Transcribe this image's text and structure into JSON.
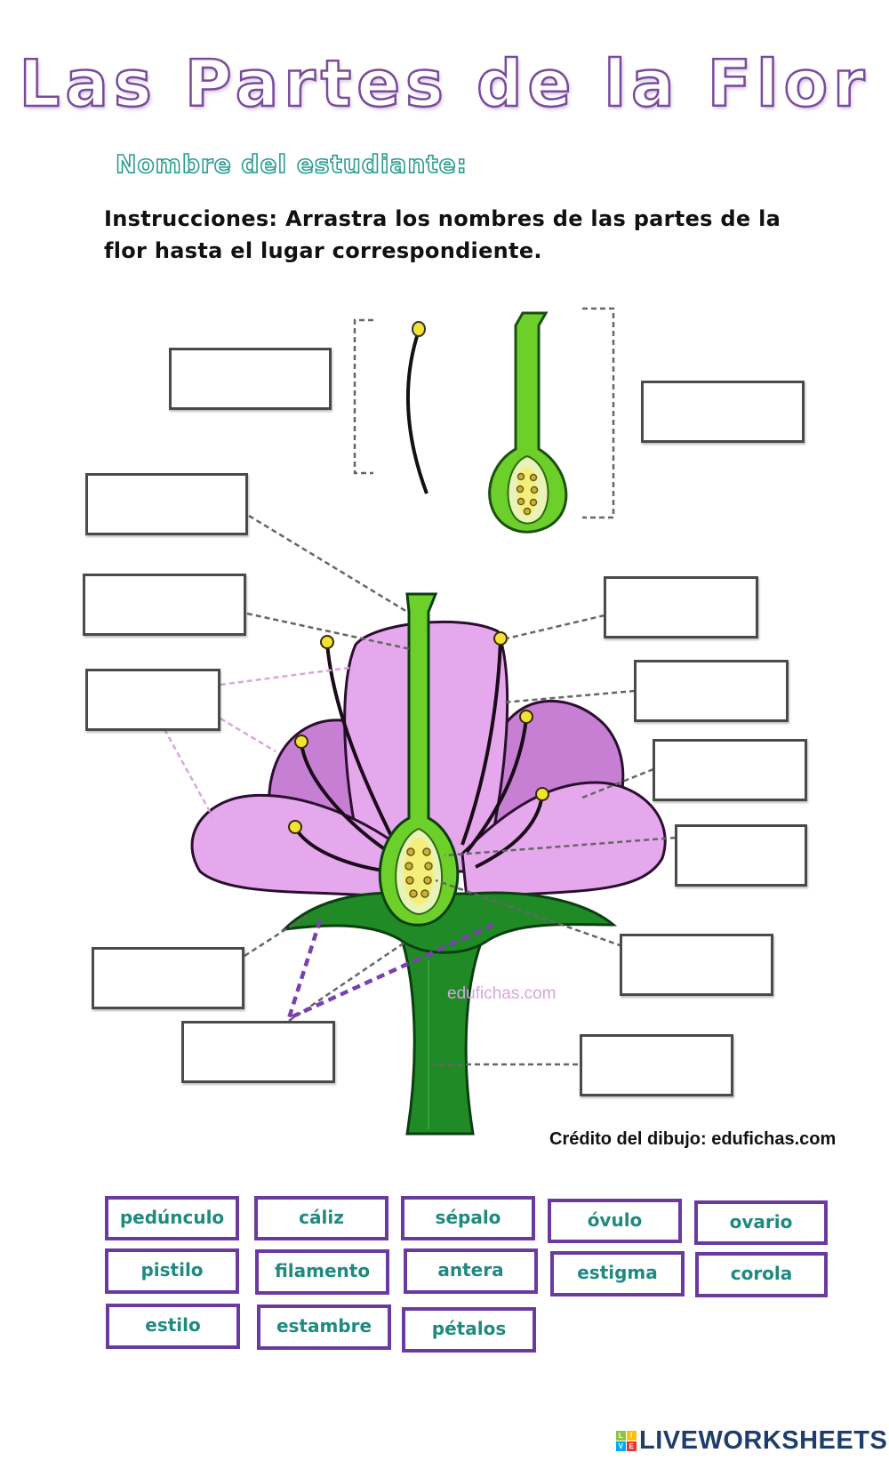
{
  "header": {
    "title": "Las Partes de la Flor",
    "student_label": "Nombre del estudiante:",
    "instructions_line1": "Instrucciones: Arrastra los nombres de las partes de la",
    "instructions_line2": "flor hasta el lugar correspondiente."
  },
  "diagram": {
    "watermark": "edufichas.com",
    "credit": "Crédito del dibujo: edufichas.com",
    "colors": {
      "petal_light": "#e6a8ec",
      "petal_dark": "#c77fd3",
      "green_light": "#6ccf2a",
      "green_dark": "#1f8a26",
      "ovary_fill": "#f4ef7a",
      "anther": "#f2e234",
      "drop_border": "#4a4a4a",
      "leader_purple": "#7a3fb0"
    },
    "drop_zones": [
      {
        "id": "box-estambre-bracket",
        "value": ""
      },
      {
        "id": "box-pistilo-bracket",
        "value": ""
      },
      {
        "id": "box-estigma",
        "value": ""
      },
      {
        "id": "box-estilo",
        "value": ""
      },
      {
        "id": "box-petal-left",
        "value": ""
      },
      {
        "id": "box-antera",
        "value": ""
      },
      {
        "id": "box-filamento",
        "value": ""
      },
      {
        "id": "box-petalo-right",
        "value": ""
      },
      {
        "id": "box-ovario",
        "value": ""
      },
      {
        "id": "box-sepalo",
        "value": ""
      },
      {
        "id": "box-caliz",
        "value": ""
      },
      {
        "id": "box-ovulo",
        "value": ""
      },
      {
        "id": "box-pedunculo",
        "value": ""
      }
    ]
  },
  "word_bank": {
    "items": [
      {
        "label": "pedúnculo"
      },
      {
        "label": "cáliz"
      },
      {
        "label": "sépalo"
      },
      {
        "label": "óvulo"
      },
      {
        "label": "ovario"
      },
      {
        "label": "pistilo"
      },
      {
        "label": "filamento"
      },
      {
        "label": "antera"
      },
      {
        "label": "estigma"
      },
      {
        "label": "corola"
      },
      {
        "label": "estilo"
      },
      {
        "label": "estambre"
      },
      {
        "label": "pétalos"
      }
    ]
  },
  "footer": {
    "logo_text": "LIVEWORKSHEETS",
    "logo_letters": [
      "L",
      "I",
      "V",
      "E"
    ],
    "logo_colors": [
      "#8bc34a",
      "#ffc107",
      "#03a9f4",
      "#e53935"
    ]
  }
}
